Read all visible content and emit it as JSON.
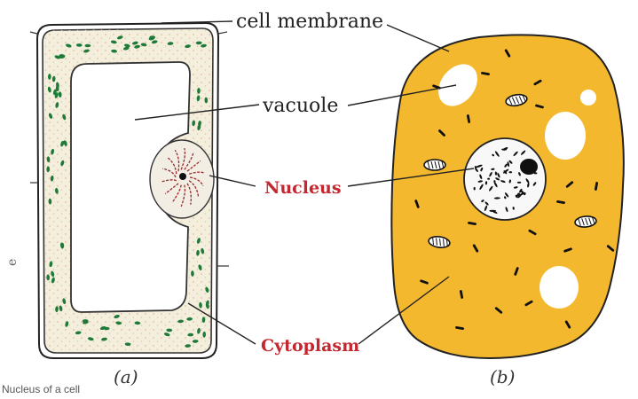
{
  "labels": {
    "cell_membrane": "cell membrane",
    "vacuole": "vacuole",
    "nucleus": "Nucleus",
    "cytoplasm": "Cytoplasm"
  },
  "captions": {
    "a": "(a)",
    "b": "(b)"
  },
  "margin_text": "e",
  "footer_text": "Nucleus of a cell",
  "colors": {
    "highlight_label": "#c4272f",
    "animal_cell_fill": "#f4b82e",
    "plant_cytoplasm": "#f4efdc",
    "chloroplast_green": "#1f7a3a",
    "outline": "#222222"
  }
}
